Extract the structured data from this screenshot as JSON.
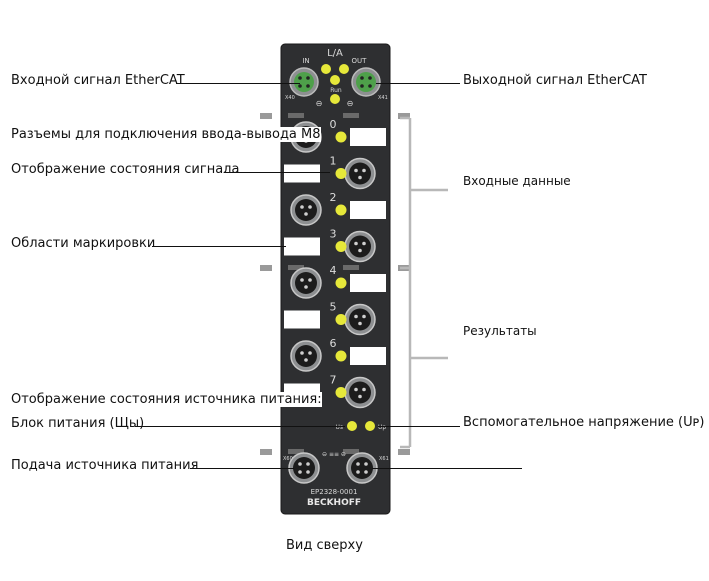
{
  "labels": {
    "ethercat_in": "Входной сигнал EtherCAT",
    "ethercat_out": "Выходной сигнал EtherCAT",
    "m8_connectors": "Разъемы для подключения ввода-вывода М8",
    "signal_status": "Отображение состояния сигнала",
    "marking_areas": "Области маркировки",
    "power_status": "Отображение состояния источника питания:",
    "power_unit": "Блок питания (Щы)",
    "aux_voltage": "Вспомогательное напряжение (Uᴘ)",
    "power_supply": "Подача источника питания",
    "inputs": "Входные данные",
    "results": "Результаты",
    "caption": "Вид сверху"
  },
  "device": {
    "top_label": "L/A",
    "in_label": "IN",
    "out_label": "OUT",
    "x40": "X40",
    "x41": "X41",
    "run": "Run",
    "x60": "X60",
    "x61": "X61",
    "us_label": "Us",
    "up_label": "Up",
    "model": "EP2328-0001",
    "brand": "BECKHOFF",
    "channels": [
      "0",
      "1",
      "2",
      "3",
      "4",
      "5",
      "6",
      "7"
    ]
  },
  "colors": {
    "housing": "#2e2f31",
    "led": "#e6e83a",
    "ethercat_port": "#4ea04a",
    "bracket": "#b8b8b8"
  }
}
